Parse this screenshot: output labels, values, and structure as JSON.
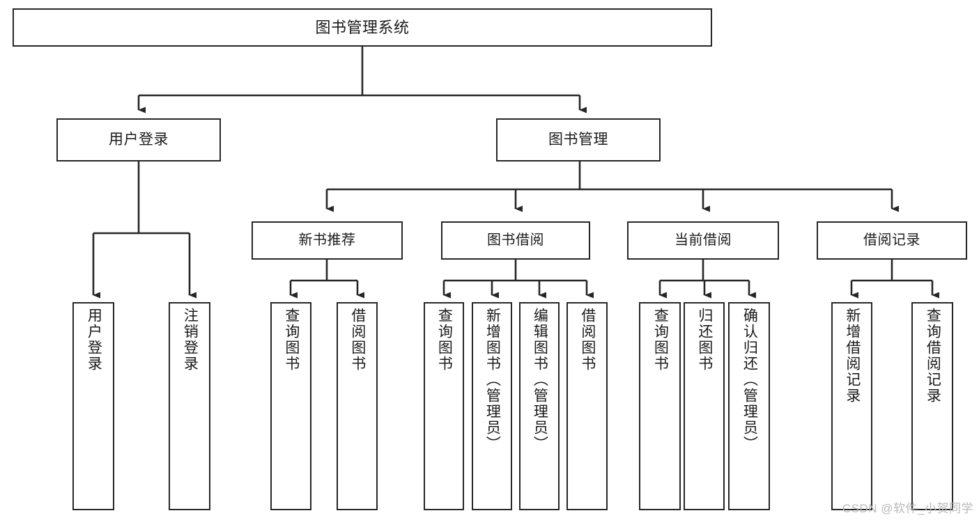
{
  "diagram": {
    "title": "图书管理系统",
    "type": "tree",
    "watermark": "CSDN @软件_小贺同学",
    "colors": {
      "box_border": "#262626",
      "box_fill": "#ffffff",
      "edge": "#262626",
      "text": "#1a1a1a",
      "watermark": "#b9b9b9"
    },
    "nodes": {
      "root": {
        "label": "图书管理系统"
      },
      "level2": [
        {
          "label": "用户登录"
        },
        {
          "label": "图书管理"
        }
      ],
      "level3": [
        {
          "label": "新书推荐"
        },
        {
          "label": "图书借阅"
        },
        {
          "label": "当前借阅"
        },
        {
          "label": "借阅记录"
        }
      ],
      "leaves": {
        "user_login": [
          {
            "label": "用户登录"
          },
          {
            "label": "注销登录"
          }
        ],
        "new_book_recommend": [
          {
            "label": "查询图书"
          },
          {
            "label": "借阅图书"
          }
        ],
        "book_borrow": [
          {
            "label": "查询图书"
          },
          {
            "label": "新增图书（管理员）"
          },
          {
            "label": "编辑图书（管理员）"
          },
          {
            "label": "借阅图书"
          }
        ],
        "current_borrow": [
          {
            "label": "查询图书"
          },
          {
            "label": "归还图书"
          },
          {
            "label": "确认归还（管理员）"
          }
        ],
        "borrow_record": [
          {
            "label": "新增借阅记录"
          },
          {
            "label": "查询借阅记录"
          }
        ]
      }
    }
  }
}
